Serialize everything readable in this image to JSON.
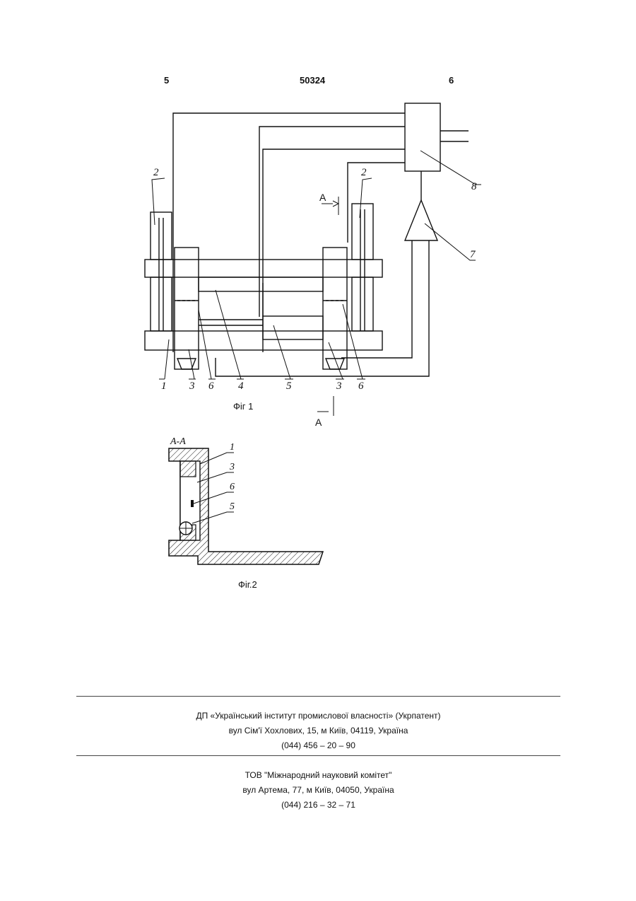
{
  "header": {
    "page_left": "5",
    "patent_number": "50324",
    "page_right": "6"
  },
  "fig1": {
    "caption": "Фіг 1",
    "section_mark": "А",
    "labels": [
      "2",
      "2",
      "8",
      "7",
      "1",
      "3",
      "6",
      "4",
      "5",
      "3",
      "6"
    ]
  },
  "fig2": {
    "title": "А-А",
    "caption": "Фіг.2",
    "labels": [
      "1",
      "3",
      "6",
      "5"
    ]
  },
  "footer": {
    "publisher": {
      "name": "ДП «Український інститут промислової власності» (Укрпатент)",
      "address": "вул  Сім'ї Хохлових, 15, м  Київ, 04119, Україна",
      "phone": "(044) 456 – 20 –  90"
    },
    "printer": {
      "name": "ТОВ \"Міжнародний науковий комітет\"",
      "address": "вул  Артема, 77, м  Київ, 04050, Україна",
      "phone": "(044) 216 – 32 – 71"
    }
  }
}
